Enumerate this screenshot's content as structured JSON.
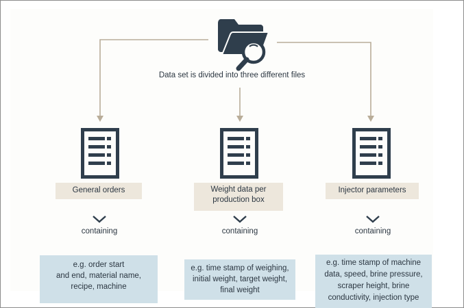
{
  "caption": "Data set is divided into three different files",
  "colors": {
    "icon": "#2f3e4c",
    "arrow": "#b9ad99",
    "label_bg": "#ede7dc",
    "box_bg": "#cfe0e8"
  },
  "icons": {
    "top": "folder-search-icon",
    "file": "document-list-icon"
  },
  "files": [
    {
      "title_lines": [
        "General orders"
      ],
      "containing": "containing",
      "content_lines": [
        "e.g. order start",
        "and end, material name,",
        "recipe, machine"
      ]
    },
    {
      "title_lines": [
        "Weight data per",
        "production box"
      ],
      "containing": "containing",
      "content_lines": [
        "e.g. time stamp of weighing,",
        "initial weight, target weight,",
        "final weight"
      ]
    },
    {
      "title_lines": [
        "Injector parameters"
      ],
      "containing": "containing",
      "content_lines": [
        "e.g. time stamp of machine",
        "data, speed, brine pressure,",
        "scraper height, brine",
        "conductivity, injection type"
      ]
    }
  ]
}
